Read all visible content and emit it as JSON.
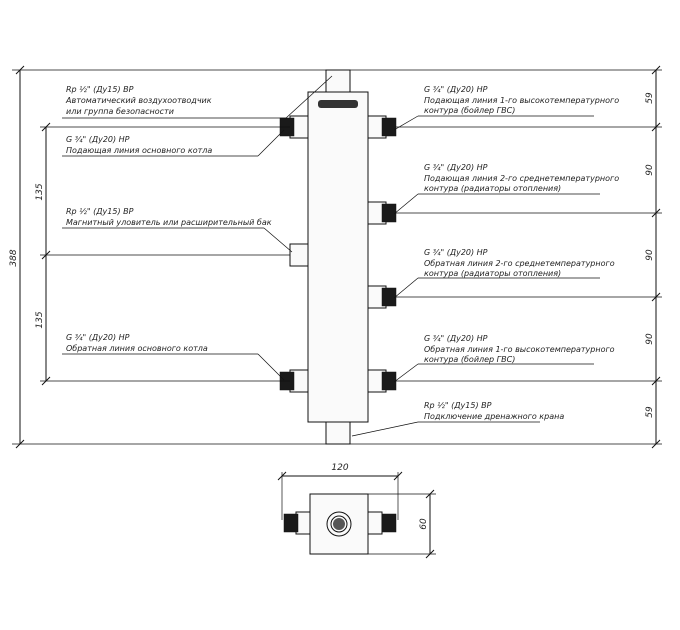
{
  "labels": {
    "top_left_air": {
      "l1": "Rp ½\" (Ду15) ВР",
      "l2": "Автоматический воздухоотводчик",
      "l3": "или группа безопасности"
    },
    "left_supply": {
      "l1": "G ¾\" (Ду20) НР",
      "l2": "Подающая линия основного котла"
    },
    "left_mid": {
      "l1": "Rp ½\" (Ду15) ВР",
      "l2": "Магнитный уловитель или расширительный бак"
    },
    "left_return": {
      "l1": "G ¾\" (Ду20) НР",
      "l2": "Обратная линия основного котла"
    },
    "right_1": {
      "l1": "G ¾\" (Ду20) НР",
      "l2": "Подающая линия 1-го высокотемпературного",
      "l3": "контура (бойлер ГВС)"
    },
    "right_2": {
      "l1": "G ¾\" (Ду20) НР",
      "l2": "Подающая линия 2-го среднетемпературного",
      "l3": "контура (радиаторы отопления)"
    },
    "right_3": {
      "l1": "G ¾\" (Ду20) НР",
      "l2": "Обратная линия 2-го среднетемпературного",
      "l3": "контура (радиаторы отопления)"
    },
    "right_4": {
      "l1": "G ¾\" (Ду20) НР",
      "l2": "Обратная линия 1-го высокотемпературного",
      "l3": "контура (бойлер ГВС)"
    },
    "bottom_drain": {
      "l1": "Rp ½\" (Ду15) ВР",
      "l2": "Подключение дренажного крана"
    }
  },
  "dimensions": {
    "overall_height": "388",
    "left_upper": "135",
    "left_lower": "135",
    "right_top": "59",
    "right_1": "90",
    "right_2": "90",
    "right_3": "90",
    "right_bottom": "59",
    "plan_width": "120",
    "plan_depth": "60"
  }
}
